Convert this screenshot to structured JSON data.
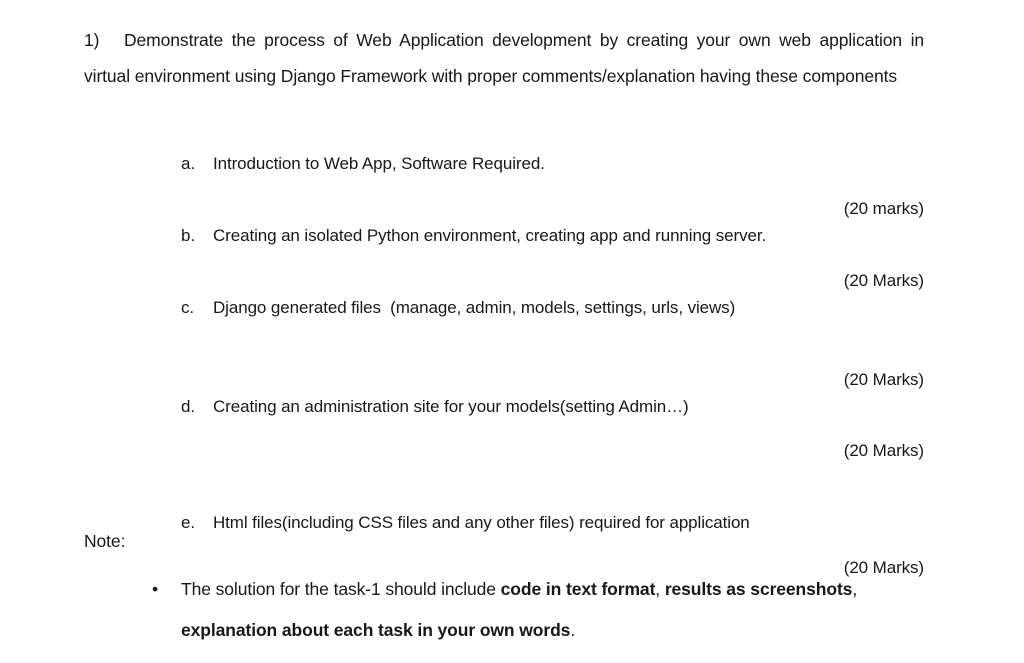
{
  "document": {
    "background_color": "#ffffff",
    "text_color": "#181818"
  },
  "question": {
    "number": "1)",
    "text": "Demonstrate the process of Web Application development by creating your own web application in virtual environment using Django Framework with proper comments/explanation having these components"
  },
  "tasks": [
    {
      "marker": "a.",
      "text": "Introduction to Web App, Software Required.",
      "marks": "(20 marks)"
    },
    {
      "marker": "b.",
      "text": "Creating an isolated Python environment, creating app and running server.",
      "marks": "(20 Marks)"
    },
    {
      "marker": "c.",
      "text": "Django generated files  (manage, admin, models, settings, urls, views)",
      "marks": "(20 Marks)"
    },
    {
      "marker": "d.",
      "text": "Creating an administration site for your models(setting Admin…)",
      "marks": "(20 Marks)"
    },
    {
      "marker": "e.",
      "text": "Html files(including CSS files and any other files) required for application",
      "marks": "(20 Marks)"
    }
  ],
  "note": {
    "label": "Note:",
    "bullet_glyph": "•",
    "item": {
      "lead_text": "The solution for the task-1 should include ",
      "bold_1": "code in text format",
      "sep_1": ", ",
      "bold_2": "results as screenshots",
      "sep_2": ",",
      "bold_3": "explanation about each task in your own words",
      "trailing": "."
    }
  }
}
